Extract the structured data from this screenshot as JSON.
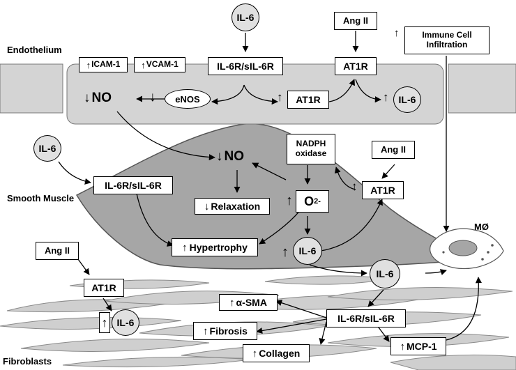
{
  "regions": {
    "endothelium": "Endothelium",
    "smooth_muscle": "Smooth Muscle",
    "fibroblasts": "Fibroblasts"
  },
  "endothelium": {
    "il6_top": "IL-6",
    "ang2_top": "Ang II",
    "immune": "Immune Cell Infiltration",
    "icam": "ICAM-1",
    "vcam": "VCAM-1",
    "il6r": "IL-6R/sIL-6R",
    "at1r_top": "AT1R",
    "no": "NO",
    "enos": "eNOS",
    "at1r_mid": "AT1R",
    "il6_right": "IL-6"
  },
  "smooth_muscle": {
    "il6_left": "IL-6",
    "il6r": "IL-6R/sIL-6R",
    "no": "NO",
    "nadph": "NADPH oxidase",
    "ang2": "Ang II",
    "at1r": "AT1R",
    "relaxation": "Relaxation",
    "o2": "O",
    "o2_sup": "2-",
    "hypertrophy": "Hypertrophy",
    "il6_mid": "IL-6",
    "macrophage": "MØ"
  },
  "fibroblasts": {
    "ang2": "Ang II",
    "at1r": "AT1R",
    "il6_left": "IL-6",
    "il6_right": "IL-6",
    "asma": "α-SMA",
    "fibrosis": "Fibrosis",
    "il6r": "IL-6R/sIL-6R",
    "collagen": "Collagen",
    "mcp1": "MCP-1"
  },
  "colors": {
    "membrane": "#d4d4d4",
    "smooth_muscle": "#a6a6a6",
    "fibroblast": "#cfcfcf",
    "circle": "#e0e0e0"
  }
}
